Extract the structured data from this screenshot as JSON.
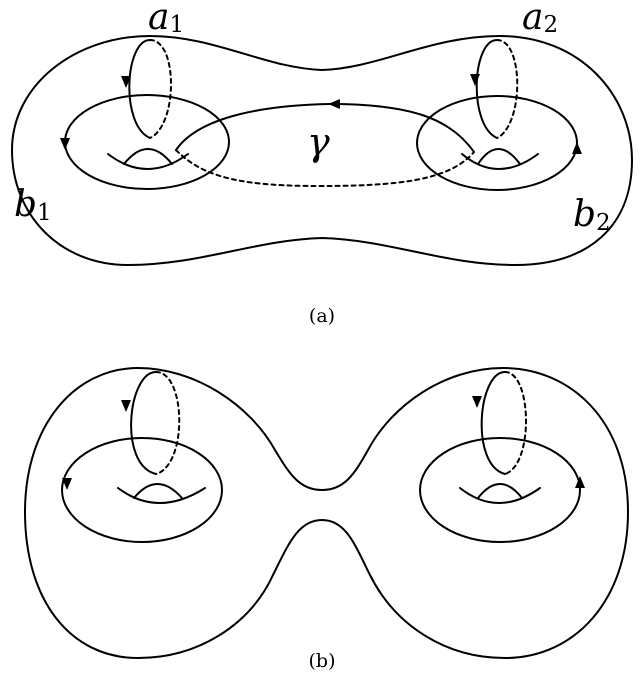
{
  "panel_a": {
    "caption": "(a)",
    "labels": {
      "a1": {
        "main": "a",
        "sub": "1"
      },
      "a2": {
        "main": "a",
        "sub": "2"
      },
      "b1": {
        "main": "b",
        "sub": "1"
      },
      "b2": {
        "main": "b",
        "sub": "2"
      },
      "gamma": "γ"
    }
  },
  "panel_b": {
    "caption": "(b)"
  }
}
